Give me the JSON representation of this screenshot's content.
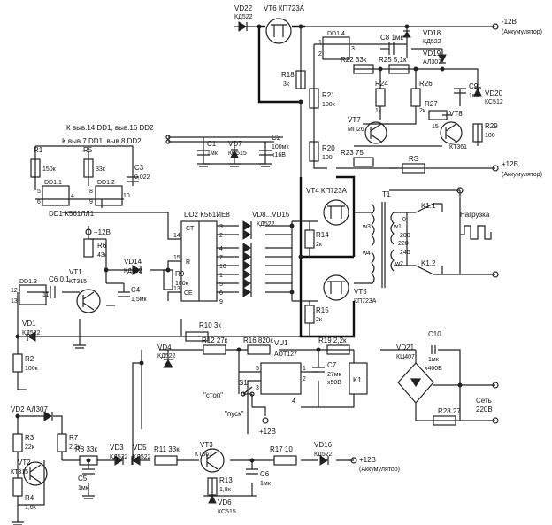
{
  "rails": {
    "neg12": "-12В",
    "neg12_note": "(Аккумулятор)",
    "pos12": "+12В",
    "pos12_note": "(Аккумулятор)",
    "pos12_s1": "+12В",
    "pos12_bottom": "+12В",
    "pos12_bottom_note": "(Аккумулятор)",
    "pos12_r6": "+12В"
  },
  "outputs": {
    "k14_16": "К выв.14 DD1, выв.16 DD2",
    "k7_8": "К выв.7 DD1, выв.8 DD2",
    "load": "Нагрузка",
    "mains": "Сеть",
    "mains_v": "220В"
  },
  "chips": {
    "dd1_4": "DD1.4",
    "dd1_1": "DD1.1",
    "dd1_2": "DD1.2",
    "dd1_3": "DD1.3",
    "dd1_type": "DD1 К561ЛЛ1",
    "dd2": "DD2 К561ИЕ8",
    "dd2_ct": "CT",
    "dd2_r": "R",
    "dd2_ce": "CE"
  },
  "transistors": {
    "vt1": "VT1",
    "vt1_t": "КТ315",
    "vt2": "VT2",
    "vt2_t": "КТ315",
    "vt3": "VT3",
    "vt3_t": "КТ361",
    "vt4": "VT4  КП723А",
    "vt5": "VT5",
    "vt5_t": "КП723А",
    "vt6": "VT6  КП723А",
    "vt7": "VT7",
    "vt7_t": "МП26",
    "vt8": "VT8",
    "vt8_t": "КТ361"
  },
  "diodes": {
    "vd1": "VD1",
    "vd1_t": "КД522",
    "vd2": "VD2 АЛ307",
    "vd3": "VD3",
    "vd3_t": "КД522",
    "vd4": "VD4",
    "vd4_t": "КД522",
    "vd5": "VD5",
    "vd5_t": "КД522",
    "vd6": "VD6",
    "vd6_t": "КС515",
    "vd7": "VD7",
    "vd7_t": "КС515",
    "vd8_15": "VD8...VD15",
    "vd8_15_t": "КД522",
    "vd14": "VD14",
    "vd14_t": "КД522",
    "vd16": "VD16",
    "vd16_t": "КД522",
    "vd18": "VD18",
    "vd18_t": "КД522",
    "vd19": "VD19",
    "vd19_t": "АЛ307",
    "vd20": "VD20",
    "vd20_t": "КС512",
    "vd21": "VD21",
    "vd21_t": "КЦ407",
    "vd22": "VD22",
    "vd22_t": "КД522"
  },
  "resistors": {
    "r1": "R1",
    "r1_v": "150к",
    "r2": "R2",
    "r2_v": "100к",
    "r3": "R3",
    "r3_v": "22к",
    "r4": "R4",
    "r4_v": "1,6к",
    "r5": "R5",
    "r5_v": "33к",
    "r6": "R6",
    "r6_v": "43к",
    "r7": "R7",
    "r7_v": "2,2к",
    "r8": "R8  33к",
    "r9": "R9",
    "r9_v": "100к",
    "r10": "R10  3к",
    "r11": "R11  33к",
    "r12": "R12  27к",
    "r13": "R13",
    "r13_v": "1,8к",
    "r14": "R14",
    "r14_v": "2к",
    "r15": "R15",
    "r15_v": "2к",
    "r16": "R16  820к",
    "r17": "R17  10",
    "r18": "R18",
    "r18_v": "3к",
    "r19": "R19  2,2к",
    "r20": "R20",
    "r20_v": "100",
    "r21": "R21",
    "r21_v": "100к",
    "r22": "R22  33к",
    "r23": "R23  75",
    "r24": "R24",
    "r24_v": "1к",
    "r25": "R25  5,1к",
    "r26": "R26",
    "r26_v": "2к",
    "r27": "R27",
    "r27_v": "15",
    "r28": "R28  27",
    "r29": "R29",
    "r29_v": "100",
    "rs": "RS"
  },
  "capacitors": {
    "c1": "C1",
    "c1_v": "1мк",
    "c2": "C2",
    "c2_v": "100мк",
    "c2_v2": "х16В",
    "c3": "C3",
    "c3_v": "0,022",
    "c4": "C4",
    "c4_v": "1,5мк",
    "c5": "C5",
    "c5_v": "1мк",
    "c6": "C6  0,1",
    "c6b": "C6",
    "c6b_v": "1мк",
    "c7": "C7",
    "c7_v": "27мк",
    "c7_v2": "х50В",
    "c8": "C8  1мк",
    "c9": "C9",
    "c9_v": "1мк",
    "c10": "C10",
    "c10_v": "1мк",
    "c10_v2": "х400В"
  },
  "misc": {
    "vu1": "VU1",
    "vu1_t": "АОТ127",
    "k1": "K1",
    "k11": "K1.1",
    "k12": "K1.2",
    "t1": "T1",
    "w1": "w1",
    "w2": "w2",
    "w3": "w3",
    "w4": "w4",
    "tap0": "0",
    "tap200": "200",
    "tap220": "220",
    "tap240": "240",
    "s1": "S1",
    "stop": "\"стоп\"",
    "start": "\"пуск\""
  },
  "pins": {
    "dd2_out": [
      "3",
      "2",
      "4",
      "7",
      "10",
      "1",
      "5",
      "6",
      "9"
    ],
    "dd2_14": "14",
    "dd2_15": "15",
    "dd2_13": "13",
    "dd1_1_5": "5",
    "dd1_1_6": "6",
    "dd1_1_4": "4",
    "dd1_2_8": "8",
    "dd1_2_9": "9",
    "dd1_2_10": "10",
    "dd1_3_12": "12",
    "dd1_3_13": "13",
    "dd1_3_11": "11",
    "dd1_4_1": "1",
    "dd1_4_2": "2",
    "dd1_4_3": "3",
    "vu1_5": "5",
    "vu1_3": "3",
    "vu1_1": "1",
    "vu1_2": "2",
    "vu1_4": "4"
  }
}
